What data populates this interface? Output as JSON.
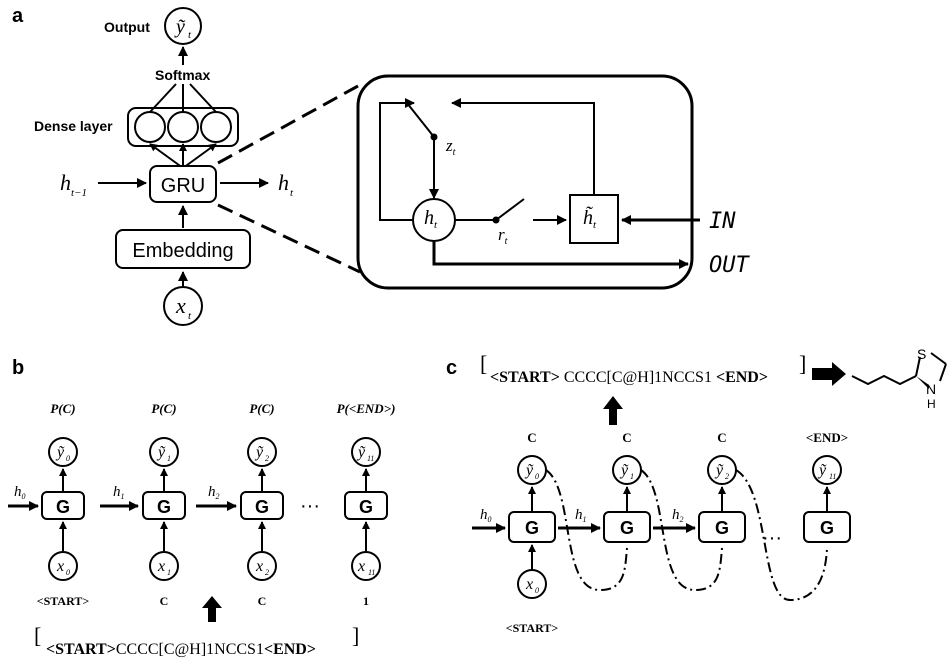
{
  "panels": {
    "a": "a",
    "b": "b",
    "c": "c"
  },
  "panel_a": {
    "output": "Output",
    "y_tilde": "ỹ",
    "y_sub": "t",
    "softmax": "Softmax",
    "dense": "Dense layer",
    "gru": "GRU",
    "h_prev": "h",
    "h_prev_sub": "t−1",
    "h_next": "h",
    "h_next_sub": "t",
    "embedding": "Embedding",
    "x": "x",
    "x_sub": "t",
    "cell": {
      "z": "z",
      "z_sub": "t",
      "h": "h",
      "h_sub": "t",
      "r": "r",
      "r_sub": "t",
      "htilde": "h̃",
      "htilde_sub": "t",
      "in": "IN",
      "out": "OUT"
    }
  },
  "panel_b": {
    "h0": "h",
    "h0_sub": "0",
    "h1": "h",
    "h1_sub": "1",
    "h2": "h",
    "h2_sub": "2",
    "ellipsis": "···",
    "probs": [
      "P(C)",
      "P(C)",
      "P(C)",
      "P(<END>)"
    ],
    "y_subs": [
      "0",
      "1",
      "2",
      "11"
    ],
    "x_subs": [
      "0",
      "1",
      "2",
      "11"
    ],
    "g": "G",
    "inputs": [
      "<START>",
      "C",
      "C",
      "1"
    ],
    "smiles_prefix": "<START>",
    "smiles_body": "CCCC[C@H]1NCCS1",
    "smiles_suffix": "<END>"
  },
  "panel_c": {
    "smiles_prefix": "<START>",
    "smiles_body": " CCCC[C@H]1NCCS1 ",
    "smiles_suffix": "<END>",
    "outputs": [
      "C",
      "C",
      "C",
      "<END>"
    ],
    "y_subs": [
      "0",
      "1",
      "2",
      "11"
    ],
    "g": "G",
    "h0": "h",
    "h0_sub": "0",
    "h1": "h",
    "h1_sub": "1",
    "h2": "h",
    "h2_sub": "2",
    "ellipsis": "···",
    "x_sub": "0",
    "start": "<START>",
    "molecule_atoms": {
      "s": "S",
      "n": "N",
      "h": "H"
    }
  }
}
